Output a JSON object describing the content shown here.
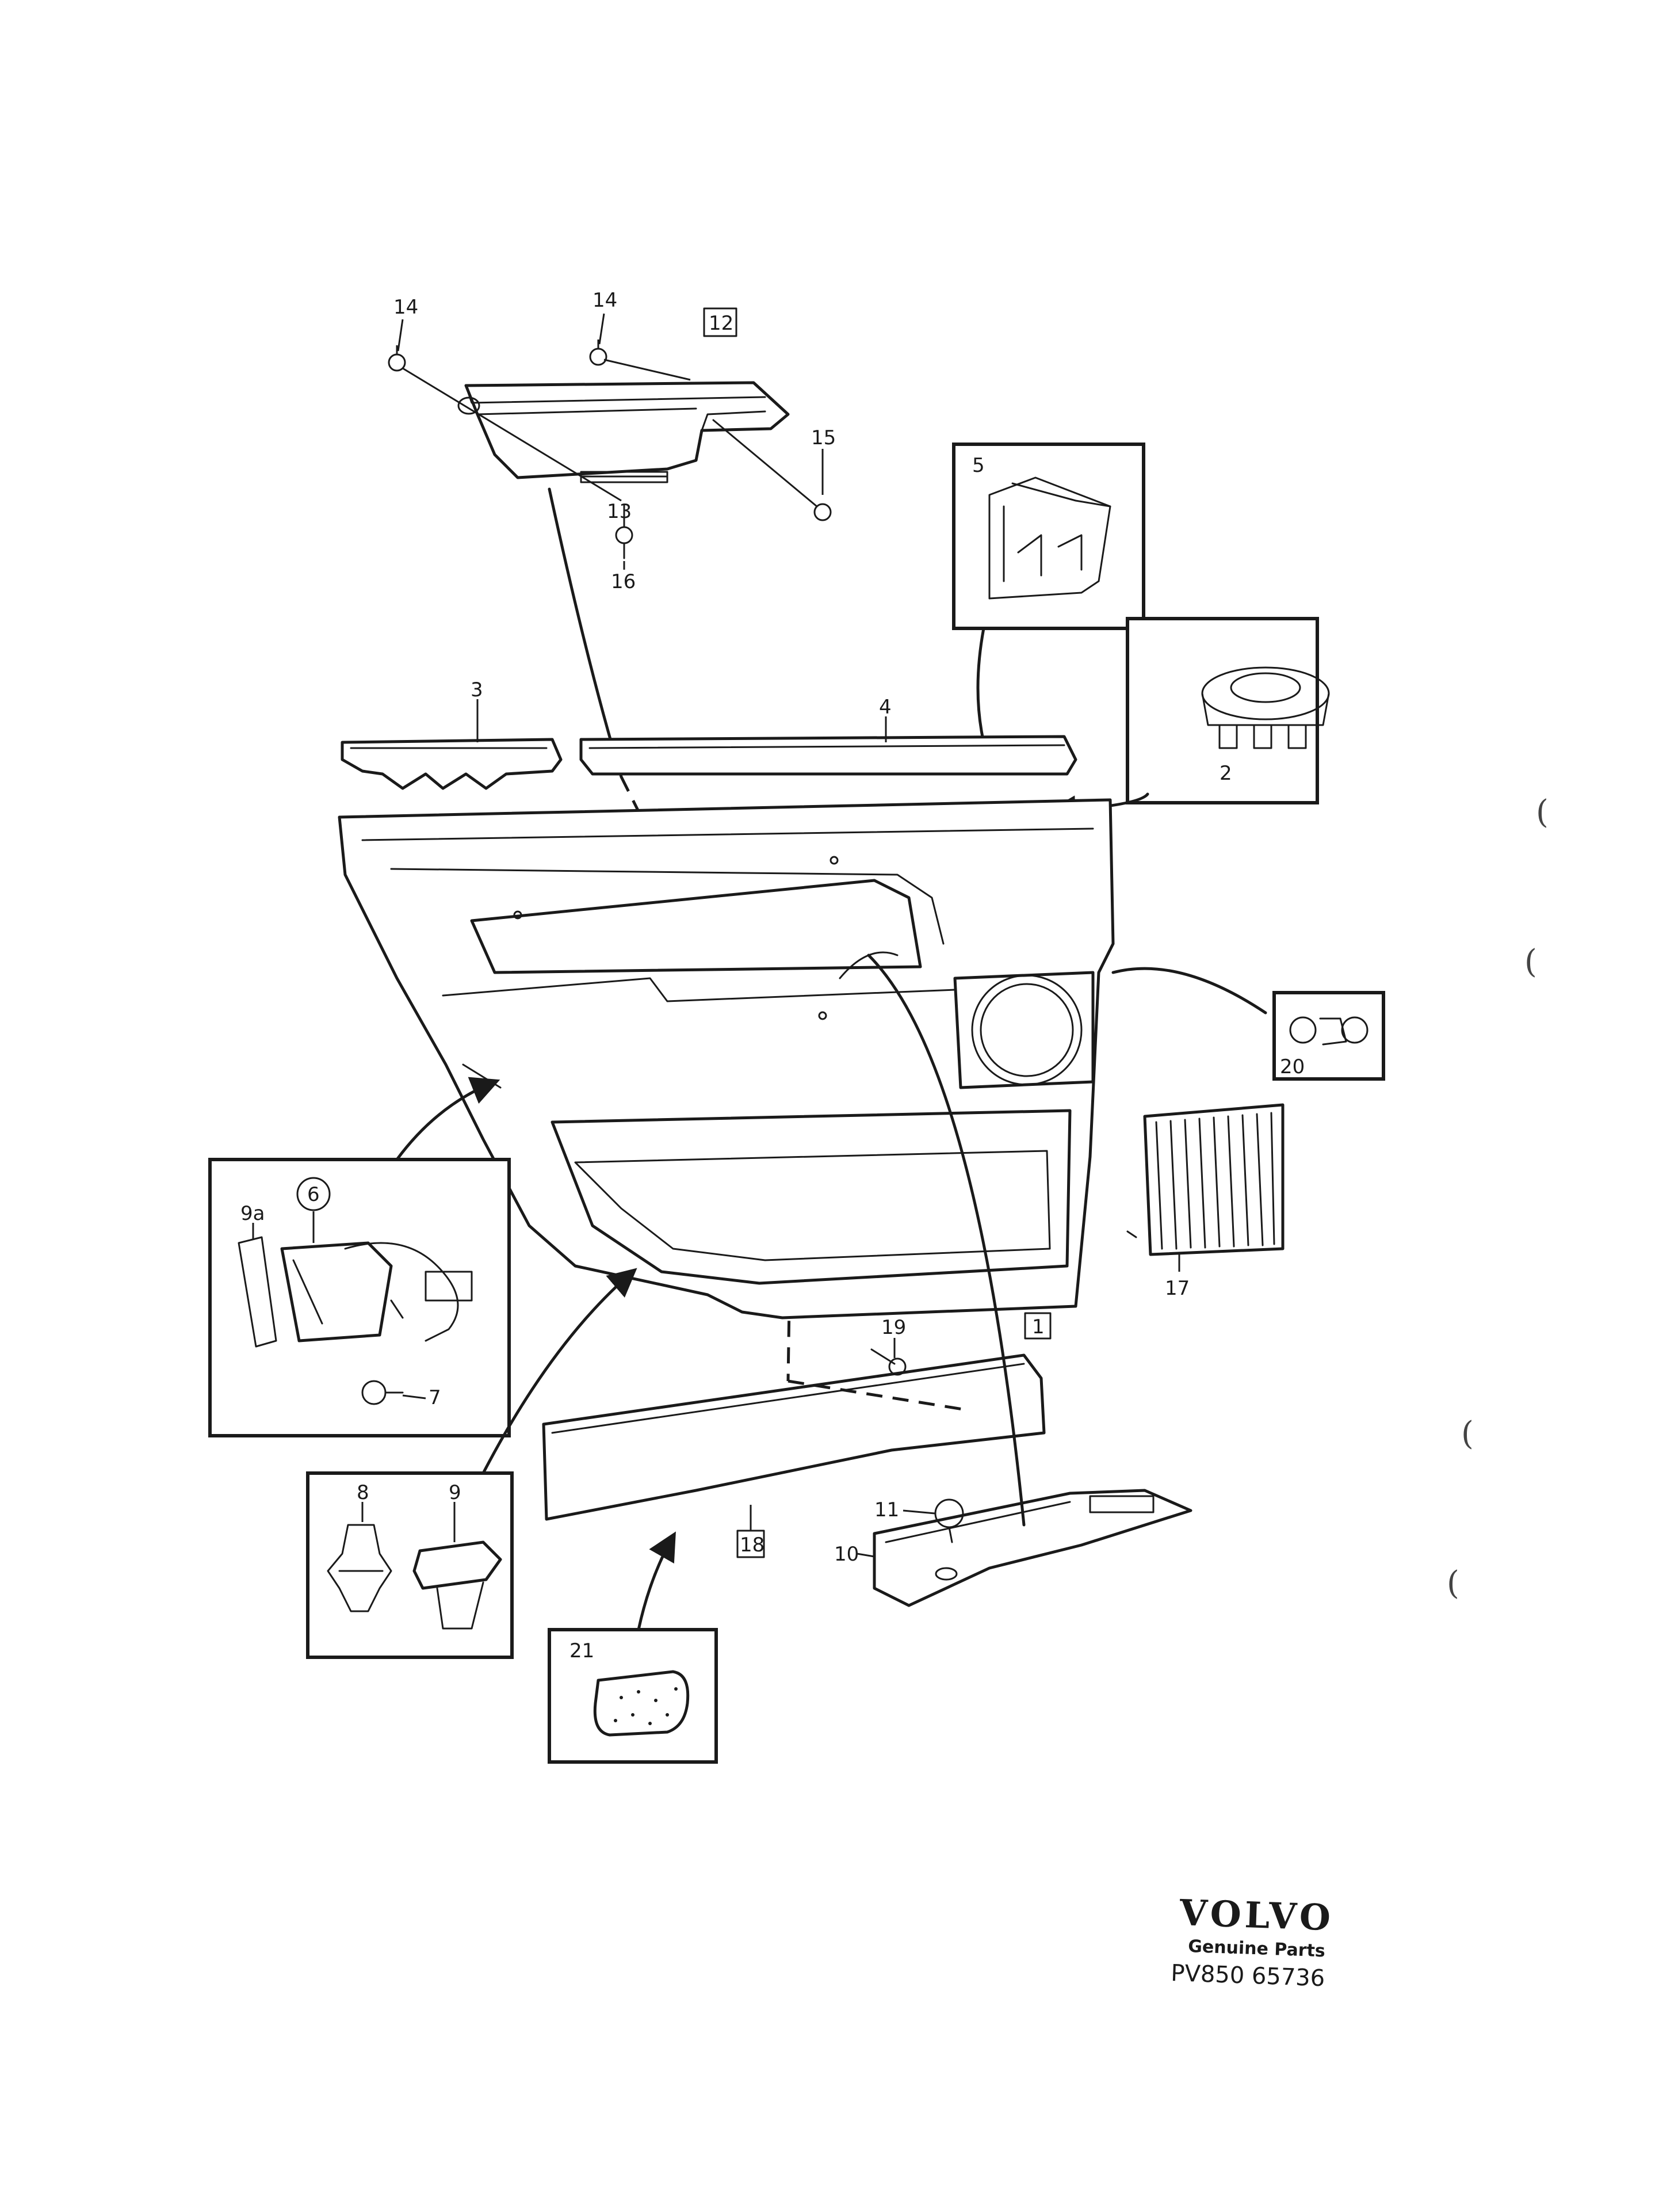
{
  "diagram": {
    "callouts": {
      "p1": "1",
      "p2": "2",
      "p3": "3",
      "p4": "4",
      "p5": "5",
      "p6": "6",
      "p7": "7",
      "p8": "8",
      "p9": "9",
      "p9a": "9a",
      "p10": "10",
      "p11": "11",
      "p12": "12",
      "p13": "13",
      "p14a": "14",
      "p14b": "14",
      "p15": "15",
      "p16": "16",
      "p17": "17",
      "p18": "18",
      "p19": "19",
      "p20": "20",
      "p21": "21"
    },
    "margin_marks": [
      "(",
      "(",
      "(",
      "("
    ]
  },
  "branding": {
    "brand": "VOLVO",
    "tagline": "Genuine Parts",
    "code": "PV850 65736"
  }
}
